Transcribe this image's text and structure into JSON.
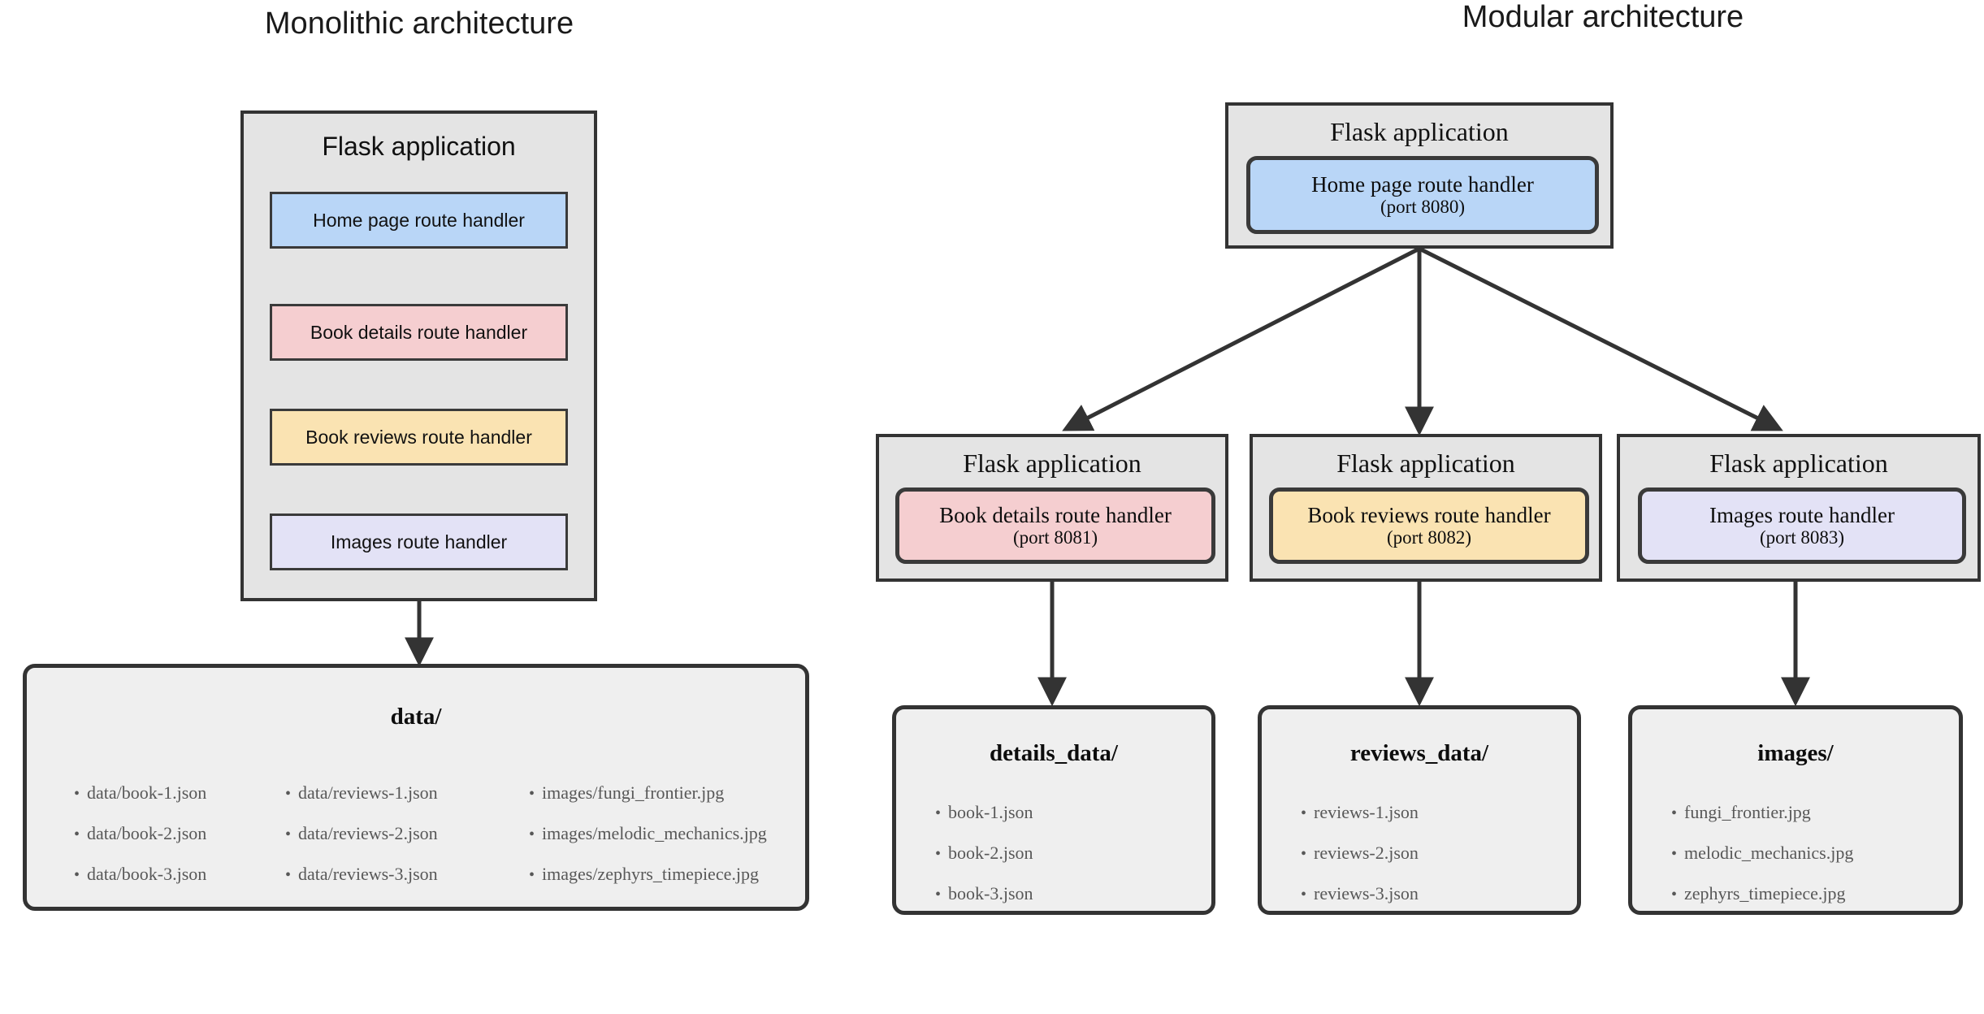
{
  "panels": {
    "monolithic": {
      "title": "Monolithic architecture",
      "app_label": "Flask application",
      "handlers": [
        {
          "name": "Home page route handler",
          "color": "#b9d6f7"
        },
        {
          "name": "Book details route handler",
          "color": "#f5ced0"
        },
        {
          "name": "Book reviews route handler",
          "color": "#fae3b2"
        },
        {
          "name": "Images route handler",
          "color": "#e3e2f6"
        }
      ],
      "folder": {
        "title": "data/",
        "columns": [
          [
            "data/book-1.json",
            "data/book-2.json",
            "data/book-3.json"
          ],
          [
            "data/reviews-1.json",
            "data/reviews-2.json",
            "data/reviews-3.json"
          ],
          [
            "images/fungi_frontier.jpg",
            "images/melodic_mechanics.jpg",
            "images/zephyrs_timepiece.jpg"
          ]
        ]
      }
    },
    "modular": {
      "title": "Modular architecture",
      "root": {
        "app_label": "Flask application",
        "handler": {
          "name": "Home page route handler",
          "port": "(port 8080)",
          "color": "#b9d6f7"
        }
      },
      "services": [
        {
          "app_label": "Flask application",
          "handler": {
            "name": "Book details route handler",
            "port": "(port 8081)",
            "color": "#f5ced0"
          },
          "folder": {
            "title": "details_data/",
            "items": [
              "book-1.json",
              "book-2.json",
              "book-3.json"
            ]
          }
        },
        {
          "app_label": "Flask application",
          "handler": {
            "name": "Book reviews route handler",
            "port": "(port 8082)",
            "color": "#fae3b2"
          },
          "folder": {
            "title": "reviews_data/",
            "items": [
              "reviews-1.json",
              "reviews-2.json",
              "reviews-3.json"
            ]
          }
        },
        {
          "app_label": "Flask application",
          "handler": {
            "name": "Images route handler",
            "port": "(port 8083)",
            "color": "#e3e2f6"
          },
          "folder": {
            "title": "images/",
            "items": [
              "fungi_frontier.jpg",
              "melodic_mechanics.jpg",
              "zephyrs_timepiece.jpg"
            ]
          }
        }
      ]
    },
    "colors": {
      "box_fill": "#e4e4e4",
      "folder_fill": "#efefef",
      "border": "#333333",
      "arrow": "#333333",
      "text": "#111111",
      "muted_text": "#585858"
    }
  }
}
